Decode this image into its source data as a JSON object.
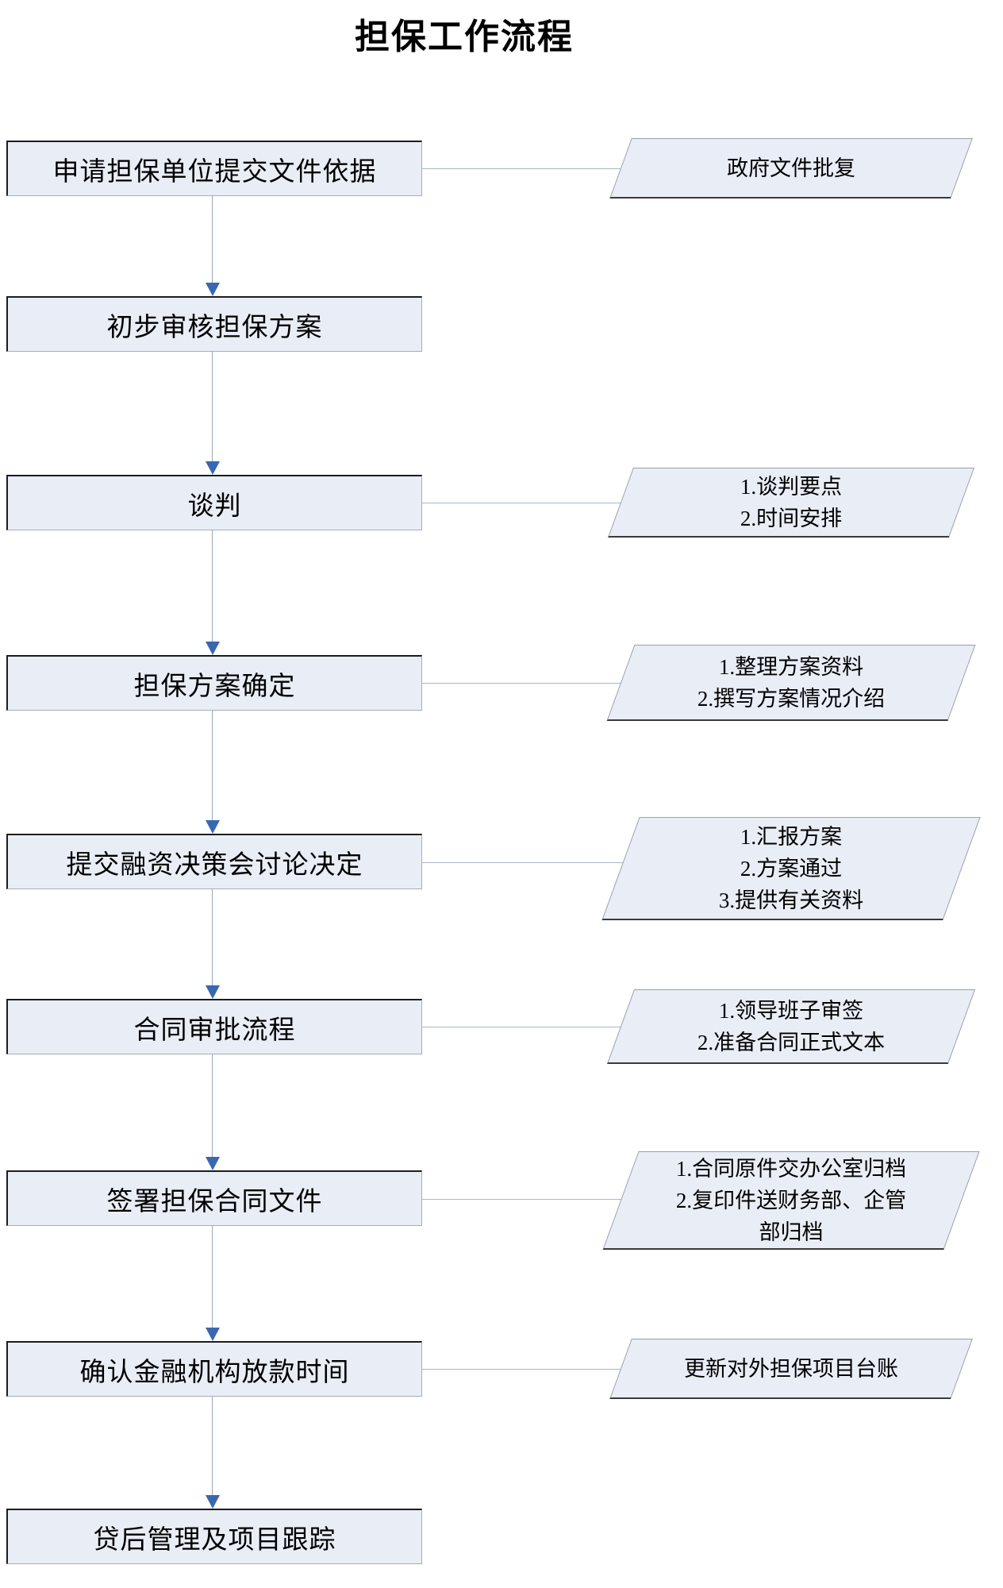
{
  "title": "担保工作流程",
  "colors": {
    "shape_fill": "#E9EDF6",
    "arrowhead": "#3A67B1",
    "connector_line": "#A6B7C9",
    "shape_border_dark": "#1C1C1C",
    "shape_border_light": "#98A0AA"
  },
  "flow": [
    {
      "box": "申请担保单位提交文件依据",
      "note": [
        "政府文件批复"
      ]
    },
    {
      "box": "初步审核担保方案"
    },
    {
      "box": "谈判",
      "note": [
        "1.谈判要点",
        "2.时间安排"
      ]
    },
    {
      "box": "担保方案确定",
      "note": [
        "1.整理方案资料",
        "2.撰写方案情况介绍"
      ]
    },
    {
      "box": "提交融资决策会讨论决定",
      "note": [
        "1.汇报方案",
        "2.方案通过",
        "3.提供有关资料"
      ]
    },
    {
      "box": "合同审批流程",
      "note": [
        "1.领导班子审签",
        "2.准备合同正式文本"
      ]
    },
    {
      "box": "签署担保合同文件",
      "note": [
        "1.合同原件交办公室归档",
        "2.复印件送财务部、企管",
        "部归档"
      ]
    },
    {
      "box": "确认金融机构放款时间",
      "note": [
        "更新对外担保项目台账"
      ]
    },
    {
      "box": "贷后管理及项目跟踪"
    }
  ]
}
